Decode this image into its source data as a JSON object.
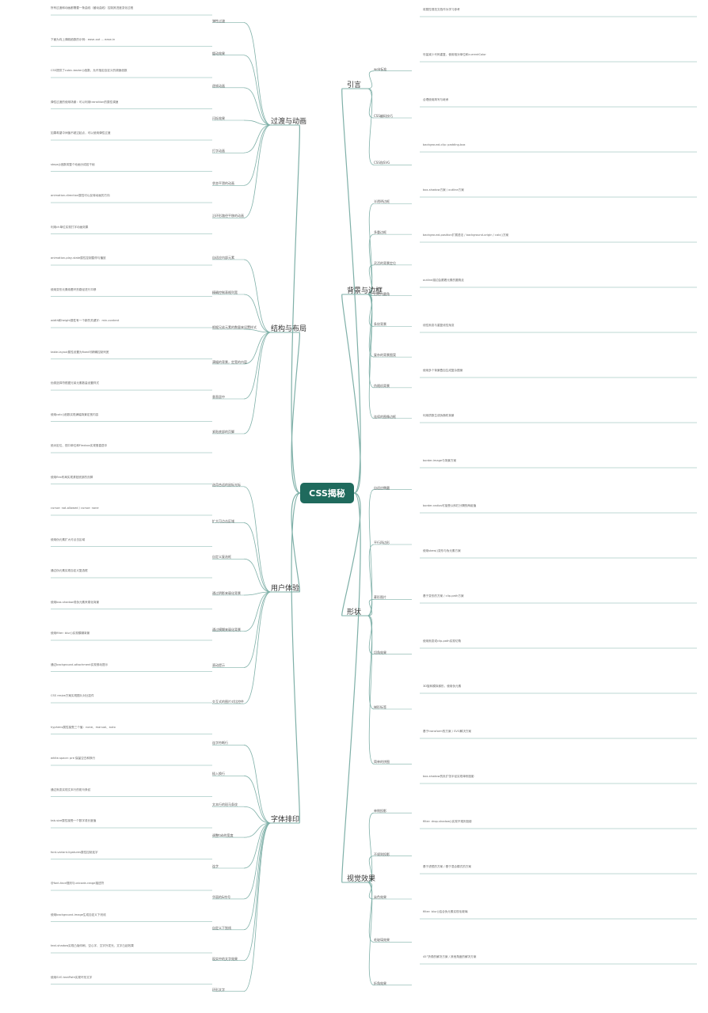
{
  "root": "CSS揭秘",
  "colors": {
    "root_bg": "#1f6a5d",
    "line": "#7fb0a8"
  },
  "branches": {
    "left": [
      {
        "label": "过渡与动画",
        "children": [
          "弹性过渡",
          "缓动效果",
          "逐帧动画",
          "闪烁效果",
          "打字动画",
          "状态平滑的动画",
          "沿环形路径平移的动画"
        ]
      },
      {
        "label": "结构与布局",
        "children": [
          "自适应内部元素",
          "精确控制表格列宽",
          "根据兄弟元素的数量来设置样式",
          "满幅的背景，定宽的内容",
          "垂直居中",
          "紧贴底部的页脚"
        ]
      },
      {
        "label": "用户体验",
        "children": [
          "选用合适的鼠标光标",
          "扩大可点击区域",
          "自定义复选框",
          "通过阴影来弱化背景",
          "通过模糊来弱化背景",
          "滚动提示",
          "交互式的图片对比控件"
        ]
      },
      {
        "label": "字体排印",
        "children": [
          "连字符断行",
          "插入换行",
          "文本行的斑马条纹",
          "调整tab的宽度",
          "连字",
          "华丽的&符号",
          "自定义下划线",
          "现实中的文字效果",
          "环形文字"
        ]
      }
    ],
    "right": [
      {
        "label": "引言",
        "children": [
          "web标准",
          "CSS编码技巧",
          "CSS和SVG"
        ]
      },
      {
        "label": "背景与边框",
        "children": [
          "半透明边框",
          "多重边框",
          "灵活的背景定位",
          "边框内圆角",
          "条纹背景",
          "复杂的背景图案",
          "伪随机背景",
          "连续的图像边框"
        ]
      },
      {
        "label": "形状",
        "children": [
          "自适应椭圆",
          "平行四边形",
          "菱形图片",
          "切角效果",
          "梯形标签",
          "简单的饼图"
        ]
      },
      {
        "label": "视觉效果",
        "children": [
          "单侧投影",
          "不规则投影",
          "染色效果",
          "毛玻璃效果",
          "折角效果"
        ]
      }
    ]
  },
  "notes": {
    "left": [
      "所有过渡和动画都需要一条曲线（缓动曲线）控制其进度变化过程",
      "下面为向上弹跳函数的示例：ease-out ... ease-in",
      "CSS提供了cubic-bezier()函数，允许指定自定义的调速函数",
      "弹性过渡的使用场景：可以利用transition的属性调速",
      "如果希望中间值不超过起点，可以使用弹性过渡",
      "steps()函数将整个动画分成若干帧",
      "animation-direction属性可以反转动画的方向",
      "利用ch单位实现打字动画效果",
      "animation-play-state属性控制暂停与播放",
      "使用变形元素绕着环形路径进行平移",
      "width和height属性有一个新的关键字：min-content",
      "table-layout属性设置为fixed可精确控制列宽",
      "伪类选择符根据兄弟元素数量设置样式",
      "使用calc()函数实现满幅背景定宽内容",
      "绝对定位、视口单位和Flexbox实现垂直居中",
      "使用flex布局实现紧贴底部的页脚",
      "cursor: not-allowed / cursor: none",
      "使用伪元素扩大可点击区域",
      "通过伪元素实现自定义复选框",
      "使用box-shadow或伪元素来弱化背景",
      "使用filter: blur()实现模糊背景",
      "通过background-attachment实现滚动提示",
      "CSS resize方案实现图片对比控件",
      "hyphens属性接受三个值：none、manual、auto",
      "white-space: pre 保留空白和换行",
      "通过渐变实现文本行的斑马条纹",
      "tab-size属性接受一个数字或长度值",
      "font-variant-ligatures属性控制连字",
      "@font-face规则与unicode-range描述符",
      "使用background-image生成自定义下划线",
      "text-shadow实现凸版印刷、空心字、文字外发光、文字凸起效果",
      "使用SVG textPath实现环形文字"
    ],
    "right": [
      "将属性规范文档作为学习参考",
      "尽量减少代码重复，使用相对单位和currentColor",
      "合理使用简写与继承",
      "background-clip: padding-box",
      "box-shadow方案 / outline方案",
      "background-position扩展语法 / background-origin / calc()方案",
      "outline描边会跟着元素的圆角走",
      "线性渐变与重复线性渐变",
      "使用多个背景叠加生成复杂图案",
      "利用质数生成伪随机背景",
      "border-image与背景方案",
      "border-radius可接受以斜杠分隔的两组值",
      "使用skew()变形与伪元素方案",
      "基于变形的方案 / clip-path方案",
      "使用渐变或clip-path实现切角",
      "3D旋转模拟梯形，使用伪元素",
      "基于transform的方案 / SVG解决方案",
      "box-shadow的负扩张半径实现单侧投影",
      "filter: drop-shadow()实现不规则投影",
      "基于滤镜的方案 / 基于混合模式的方案",
      "filter: blur()结合伪元素实现毛玻璃",
      "45°折角的解决方案 / 其他角度的解决方案"
    ]
  }
}
